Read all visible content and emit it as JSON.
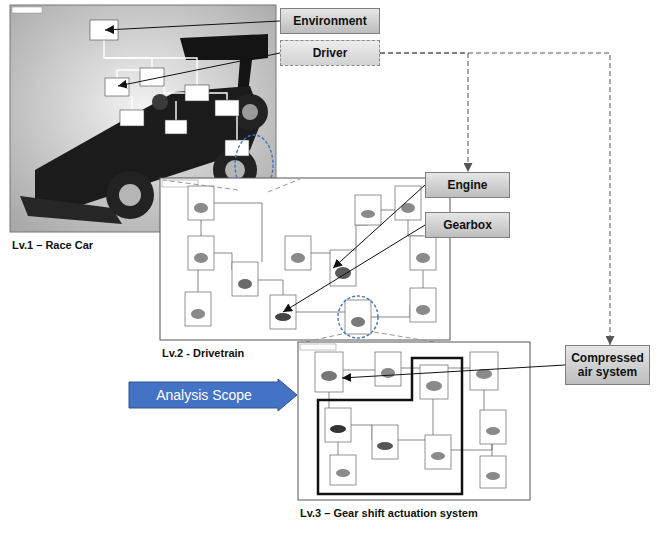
{
  "diagram": {
    "nodes": [
      {
        "text": [
          "Lv.1 – Race Car"
        ]
      },
      {
        "text": [
          "Environment"
        ]
      },
      {
        "text": [
          "Driver"
        ]
      },
      {
        "text": [
          "Lv.2 - Drivetrain"
        ]
      },
      {
        "text": [
          "Engine"
        ]
      },
      {
        "text": [
          "Gearbox"
        ]
      },
      {
        "text": [
          "Lv.3 – Gear shift actuation system"
        ]
      },
      {
        "text": [
          "Compressed air system"
        ]
      },
      {
        "text": [
          "Analysis Scope"
        ]
      }
    ],
    "edges": [
      {
        "from": 1,
        "to": 0,
        "arrow": "to"
      },
      {
        "from": 2,
        "to": 0,
        "arrow": "to"
      },
      {
        "from": 2,
        "to": 4,
        "arrow": "to"
      },
      {
        "from": 2,
        "to": 7,
        "arrow": "to"
      },
      {
        "from": 4,
        "to": 3,
        "arrow": "to"
      },
      {
        "from": 5,
        "to": 3,
        "arrow": "to"
      },
      {
        "from": 7,
        "to": 6,
        "arrow": "to"
      }
    ]
  }
}
